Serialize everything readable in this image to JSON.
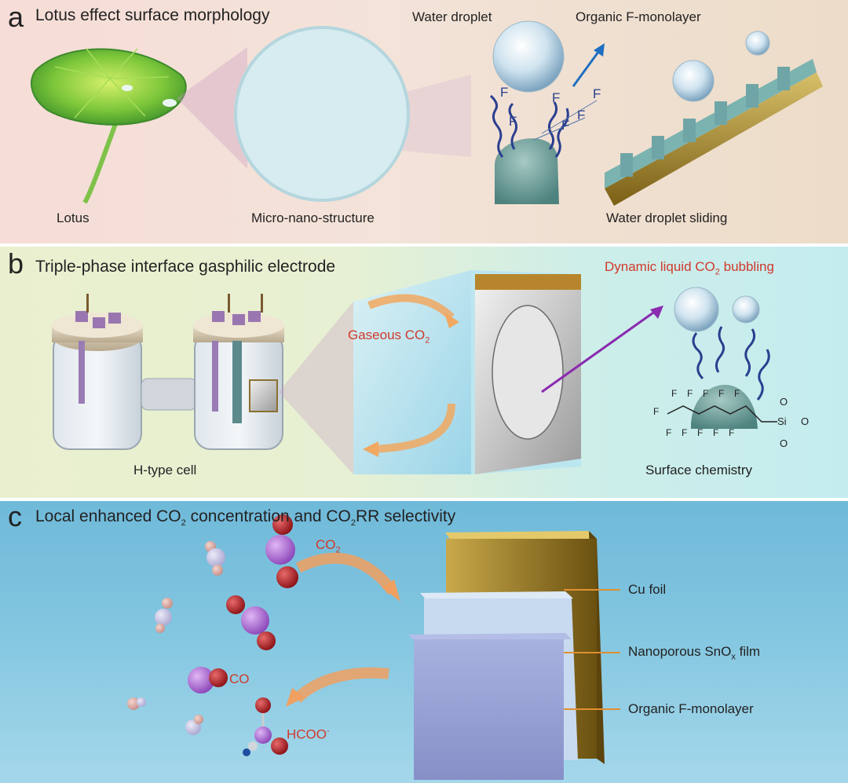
{
  "panel_a": {
    "letter": "a",
    "title": "Lotus effect surface morphology",
    "labels": {
      "lotus": "Lotus",
      "micro_nano": "Micro-nano-structure",
      "water_droplet": "Water droplet",
      "organic_f_monolayer": "Organic F-monolayer",
      "water_droplet_sliding": "Water droplet sliding"
    },
    "f_symbol": "F"
  },
  "panel_b": {
    "letter": "b",
    "title": "Triple-phase interface gasphilic electrode",
    "labels": {
      "h_type_cell": "H-type cell",
      "gaseous_co2_main": "Gaseous CO",
      "gaseous_co2_sub": "2",
      "dynamic_bubbling_pre": "Dynamic liquid CO",
      "dynamic_bubbling_sub": "2",
      "dynamic_bubbling_post": " bubbling",
      "surface_chemistry": "Surface chemistry"
    },
    "chem": {
      "f": "F",
      "si": "Si",
      "o": "O"
    }
  },
  "panel_c": {
    "letter": "c",
    "title_pre": "Local enhanced CO",
    "title_sub1": "2",
    "title_mid": " concentration and CO",
    "title_sub2": "2",
    "title_post": "RR selectivity",
    "labels": {
      "co2_main": "CO",
      "co2_sub": "2",
      "co": "CO",
      "hcoo_main": "HCOO",
      "hcoo_sup": "-",
      "cu_foil": "Cu foil",
      "snox_pre": "Nanoporous SnO",
      "snox_sub": "x",
      "snox_post": " film",
      "organic_f_monolayer": "Organic F-monolayer"
    }
  },
  "colors": {
    "molecule_red": "#b81e22",
    "molecule_purple": "#b06ad6",
    "fluoro_chain": "#2a3f8f",
    "arrow_blue": "#1e6fc1",
    "arrow_purple": "#8a2bb0",
    "cu_gold": "#a8872b",
    "monolayer_blue": "#9aa6d8"
  }
}
